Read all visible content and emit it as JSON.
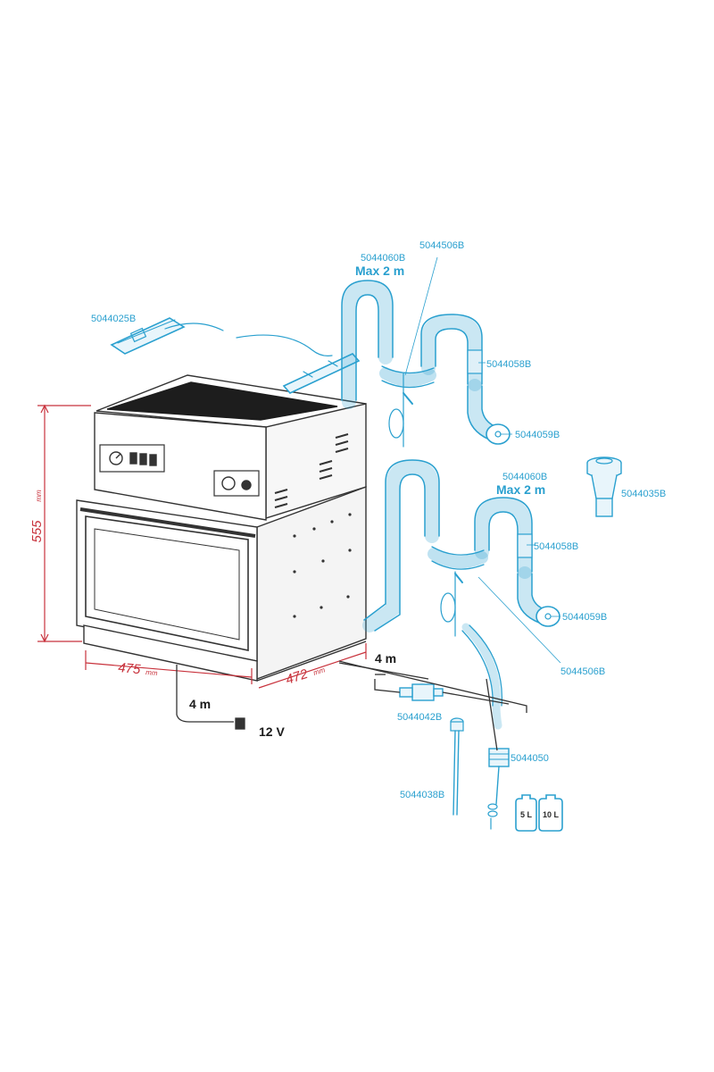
{
  "labels": {
    "vent_kit": "5044025B",
    "duct_top": "5044060B",
    "sensor_top": "5044506B",
    "max_top": "Max 2 m",
    "extension_top": "5044058B",
    "flange_top": "5044059B",
    "duct_bottom": "5044060B",
    "max_bottom": "Max 2 m",
    "diffuser": "5044035B",
    "extension_bottom": "5044058B",
    "flange_bottom": "5044059B",
    "sensor_bottom": "5044506B",
    "valve": "5044042B",
    "cable_right": "4 m",
    "cable_left": "4 m",
    "voltage": "12 V",
    "pump": "5044050",
    "suction_tube": "5044038B"
  },
  "dimensions": {
    "height": "555",
    "height_unit": "mm",
    "width": "475",
    "width_unit": "mm",
    "depth": "472",
    "depth_unit": "mm"
  },
  "tanks": [
    "5 L",
    "10 L"
  ],
  "colors": {
    "accent": "#2aa0cf",
    "dimension": "#c8323c",
    "line": "#333333"
  }
}
